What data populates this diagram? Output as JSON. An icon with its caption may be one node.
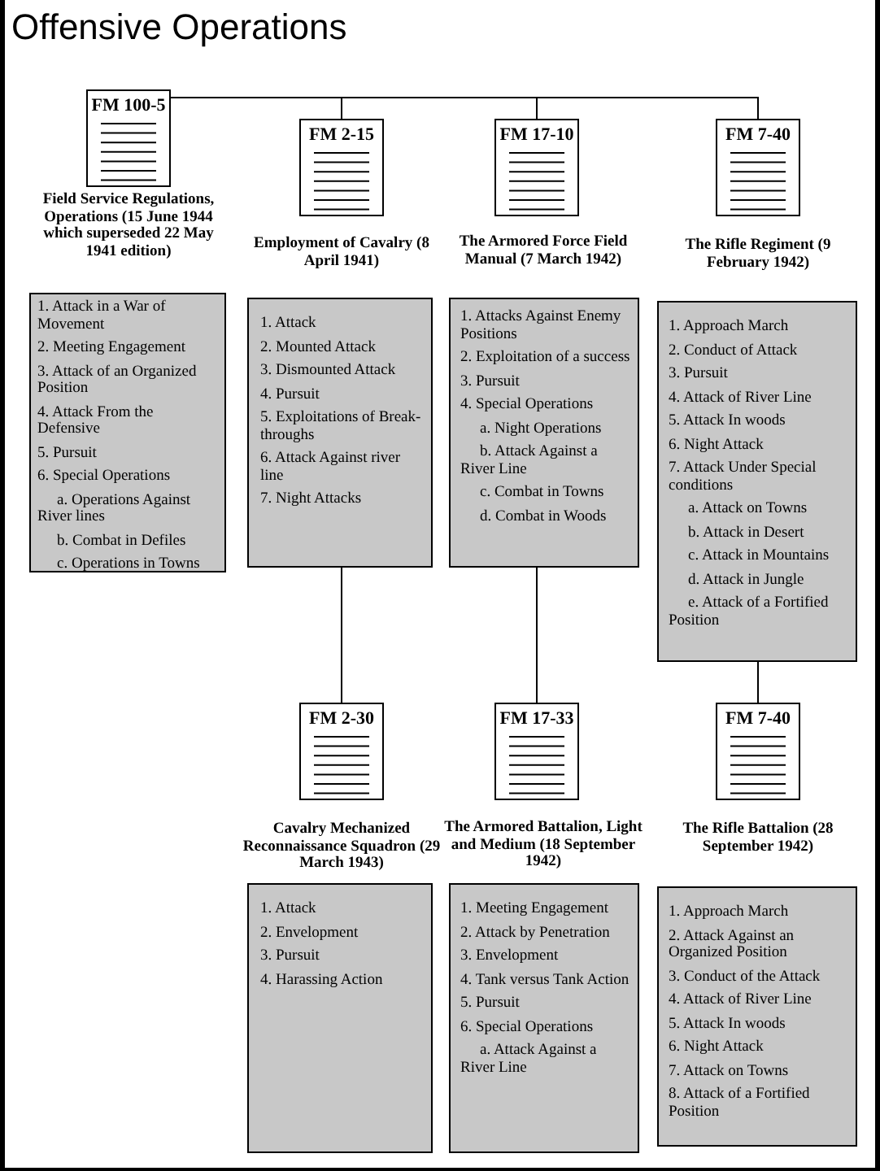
{
  "diagram": {
    "title": "Offensive Operations",
    "nodes": [
      {
        "text": [
          "FM 100-5"
        ],
        "beside": [
          "Field Service Regulations, Operations (15 June 1944 which superseded 22 May 1941 edition)"
        ]
      },
      {
        "text": [
          "1. Attack in a War of Movement",
          "2. Meeting Engagement",
          "3. Attack of an Organized Position",
          "4. Attack From the Defensive",
          "5. Pursuit",
          "6. Special Operations",
          "a. Operations Against River lines",
          "b. Combat in Defiles",
          "c. Operations in Towns"
        ]
      },
      {
        "text": [
          "FM 2-15"
        ],
        "beside": [
          "Employment of Cavalry (8 April 1941)"
        ]
      },
      {
        "text": [
          "1. Attack",
          "2. Mounted Attack",
          "3. Dismounted Attack",
          "4. Pursuit",
          "5. Exploitations of Break-throughs",
          "6. Attack Against river line",
          "7. Night Attacks"
        ]
      },
      {
        "text": [
          "FM 17-10"
        ],
        "beside": [
          "The Armored Force Field Manual (7 March 1942)"
        ]
      },
      {
        "text": [
          "1. Attacks Against Enemy Positions",
          "2. Exploitation of a success",
          "3. Pursuit",
          "4. Special Operations",
          "a. Night Operations",
          "b. Attack Against a River Line",
          "c. Combat in Towns",
          "d. Combat in Woods"
        ]
      },
      {
        "text": [
          "FM 7-40"
        ],
        "beside": [
          "The Rifle Regiment (9 February 1942)"
        ]
      },
      {
        "text": [
          "1. Approach March",
          "2. Conduct of Attack",
          "3. Pursuit",
          "4. Attack of River Line",
          "5. Attack In woods",
          "6. Night Attack",
          "7. Attack Under Special conditions",
          "a. Attack on Towns",
          "b. Attack in Desert",
          "c. Attack in Mountains",
          "d. Attack in Jungle",
          "e. Attack of a Fortified Position"
        ]
      },
      {
        "text": [
          "FM 2-30"
        ],
        "beside": [
          "Cavalry Mechanized Reconnaissance Squadron (29 March 1943)"
        ]
      },
      {
        "text": [
          "1. Attack",
          "2. Envelopment",
          "3. Pursuit",
          "4. Harassing Action"
        ]
      },
      {
        "text": [
          "FM 17-33"
        ],
        "beside": [
          "The Armored Battalion, Light and Medium (18 September 1942)"
        ]
      },
      {
        "text": [
          "1. Meeting Engagement",
          "2. Attack by Penetration",
          "3. Envelopment",
          "4. Tank versus Tank Action",
          "5. Pursuit",
          "6. Special Operations",
          "a. Attack Against a River Line"
        ]
      },
      {
        "text": [
          "FM 7-40"
        ],
        "beside": [
          "The Rifle Battalion (28 September 1942)"
        ]
      },
      {
        "text": [
          "1. Approach March",
          "2. Attack Against an Organized Position",
          "3. Conduct of the Attack",
          "4. Attack of River Line",
          "5. Attack In woods",
          "6. Night Attack",
          "7. Attack on Towns",
          "8. Attack of a Fortified Position"
        ]
      }
    ],
    "edges": [
      {
        "from": 0,
        "to": 2,
        "arrow": "none"
      },
      {
        "from": 0,
        "to": 4,
        "arrow": "none"
      },
      {
        "from": 0,
        "to": 6,
        "arrow": "none"
      },
      {
        "from": 3,
        "to": 8,
        "arrow": "none"
      },
      {
        "from": 5,
        "to": 10,
        "arrow": "none"
      },
      {
        "from": 7,
        "to": 12,
        "arrow": "none"
      }
    ]
  }
}
